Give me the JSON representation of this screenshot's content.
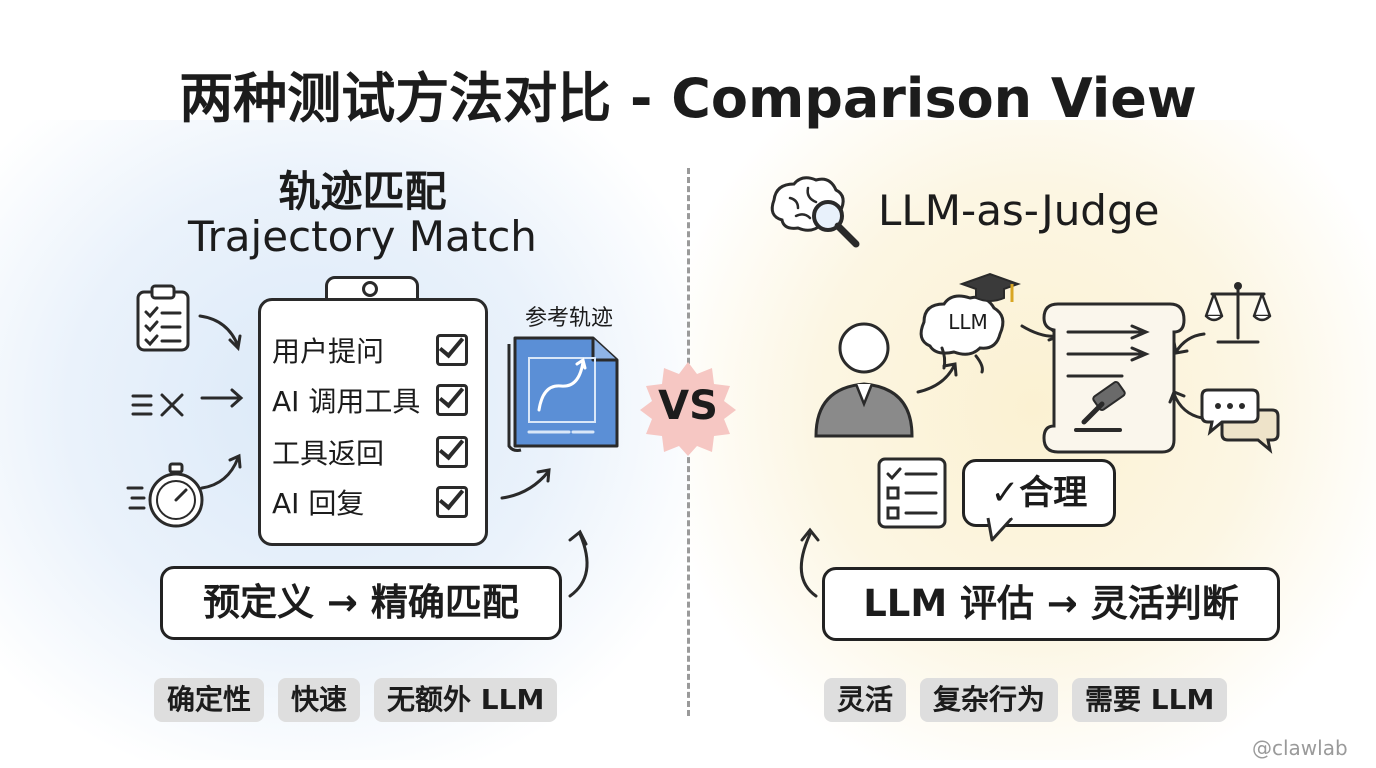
{
  "title": "两种测试方法对比 - Comparison View",
  "left": {
    "title_cn": "轨迹匹配",
    "title_en": "Trajectory Match",
    "checklist": [
      "用户提问",
      "AI 调用工具",
      "工具返回",
      "AI 回复"
    ],
    "reference_label": "参考轨迹",
    "summary": "预定义 → 精确匹配",
    "tags": [
      "确定性",
      "快速",
      "无额外 LLM"
    ]
  },
  "vs": "VS",
  "right": {
    "title": "LLM-as-Judge",
    "brain_label": "LLM",
    "verdict": "✓合理",
    "summary": "LLM 评估 → 灵活判断",
    "tags": [
      "灵活",
      "复杂行为",
      "需要 LLM"
    ]
  },
  "watermark": "@clawlab",
  "colors": {
    "left_glow": "#dbe9f8",
    "right_glow": "#fbf1d2",
    "vs_badge": "#f6c7c3",
    "reference_doc": "#5b8fd6",
    "tag_bg": "#dedede"
  }
}
